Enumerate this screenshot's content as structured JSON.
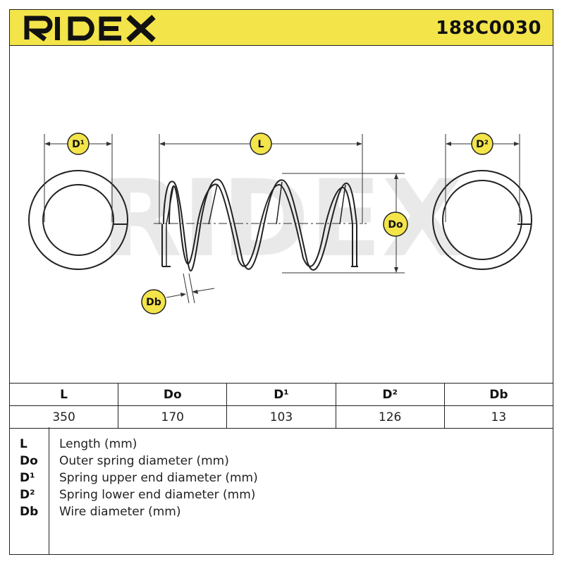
{
  "header": {
    "brand": "RIDEX",
    "part_number": "188C0030"
  },
  "watermark": {
    "text": "RIDEX"
  },
  "diagram": {
    "labels": {
      "d1": "D¹",
      "l": "L",
      "d2": "D²",
      "do": "Do",
      "db": "Db"
    }
  },
  "table": {
    "headers": [
      "L",
      "Do",
      "D¹",
      "D²",
      "Db"
    ],
    "values": [
      "350",
      "170",
      "103",
      "126",
      "13"
    ]
  },
  "legend": [
    {
      "key": "L",
      "desc": "Length (mm)"
    },
    {
      "key": "Do",
      "desc": "Outer spring diameter (mm)"
    },
    {
      "key": "D¹",
      "desc": "Spring upper end diameter (mm)"
    },
    {
      "key": "D²",
      "desc": "Spring lower end diameter (mm)"
    },
    {
      "key": "Db",
      "desc": "Wire diameter (mm)"
    }
  ],
  "colors": {
    "brand_yellow": "#f3e44a",
    "line": "#222222",
    "watermark": "#e9e9e9"
  }
}
